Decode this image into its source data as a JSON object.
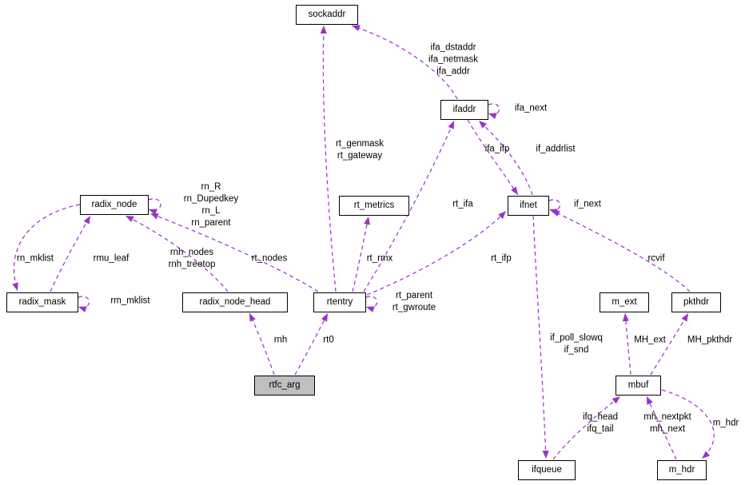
{
  "diagram": {
    "kind": "collaboration-graph",
    "background": "#ffffff",
    "edge_color": "#9932CC",
    "node_border_color": "#000000",
    "node_fill": "#ffffff",
    "highlighted_node_fill": "#bfbfbf",
    "nodes": [
      {
        "label": "sockaddr",
        "highlighted": false
      },
      {
        "label": "ifaddr",
        "highlighted": false
      },
      {
        "label": "ifnet",
        "highlighted": false
      },
      {
        "label": "rt_metrics",
        "highlighted": false
      },
      {
        "label": "radix_node",
        "highlighted": false
      },
      {
        "label": "radix_mask",
        "highlighted": false
      },
      {
        "label": "radix_node_head",
        "highlighted": false
      },
      {
        "label": "rtentry",
        "highlighted": false
      },
      {
        "label": "m_ext",
        "highlighted": false
      },
      {
        "label": "pkthdr",
        "highlighted": false
      },
      {
        "label": "rtfc_arg",
        "highlighted": true
      },
      {
        "label": "mbuf",
        "highlighted": false
      },
      {
        "label": "ifqueue",
        "highlighted": false
      },
      {
        "label": "m_hdr",
        "highlighted": false
      }
    ],
    "edges": [
      {
        "from": "rtentry",
        "to": "sockaddr",
        "label": "rt_genmask\nrt_gateway"
      },
      {
        "from": "ifaddr",
        "to": "sockaddr",
        "label": "ifa_dstaddr\nifa_netmask\nifa_addr"
      },
      {
        "from": "ifaddr",
        "to": "ifaddr",
        "label": "ifa_next"
      },
      {
        "from": "ifaddr",
        "to": "ifnet",
        "label": "ifa_ifp"
      },
      {
        "from": "ifnet",
        "to": "ifaddr",
        "label": "if_addrlist"
      },
      {
        "from": "ifnet",
        "to": "ifnet",
        "label": "if_next"
      },
      {
        "from": "rtentry",
        "to": "rt_metrics",
        "label": "rt_rmx"
      },
      {
        "from": "rtentry",
        "to": "ifaddr",
        "label": "rt_ifa"
      },
      {
        "from": "rtentry",
        "to": "ifnet",
        "label": "rt_ifp"
      },
      {
        "from": "rtentry",
        "to": "rtentry",
        "label": "rt_parent\nrt_gwroute"
      },
      {
        "from": "radix_node",
        "to": "radix_node",
        "label": "rn_R\nrn_Dupedkey\nrn_L\nrn_parent"
      },
      {
        "from": "radix_node_head",
        "to": "radix_node",
        "label": "rnh_nodes\nrnh_treetop"
      },
      {
        "from": "rtentry",
        "to": "radix_node",
        "label": "rt_nodes"
      },
      {
        "from": "radix_node",
        "to": "radix_mask",
        "label": "rn_mklist"
      },
      {
        "from": "radix_mask",
        "to": "radix_node",
        "label": "rmu_leaf"
      },
      {
        "from": "radix_mask",
        "to": "radix_mask",
        "label": "rm_mklist"
      },
      {
        "from": "rtfc_arg",
        "to": "radix_node_head",
        "label": "rnh"
      },
      {
        "from": "rtfc_arg",
        "to": "rtentry",
        "label": "rt0"
      },
      {
        "from": "pkthdr",
        "to": "ifnet",
        "label": "rcvif"
      },
      {
        "from": "ifnet",
        "to": "ifqueue",
        "label": "if_poll_slowq\nif_snd"
      },
      {
        "from": "mbuf",
        "to": "m_ext",
        "label": "MH_ext"
      },
      {
        "from": "mbuf",
        "to": "pkthdr",
        "label": "MH_pkthdr"
      },
      {
        "from": "ifqueue",
        "to": "mbuf",
        "label": "ifq_head\nifq_tail"
      },
      {
        "from": "m_hdr",
        "to": "mbuf",
        "label": "mh_nextpkt\nmh_next"
      },
      {
        "from": "mbuf",
        "to": "m_hdr",
        "label": "m_hdr"
      }
    ]
  }
}
